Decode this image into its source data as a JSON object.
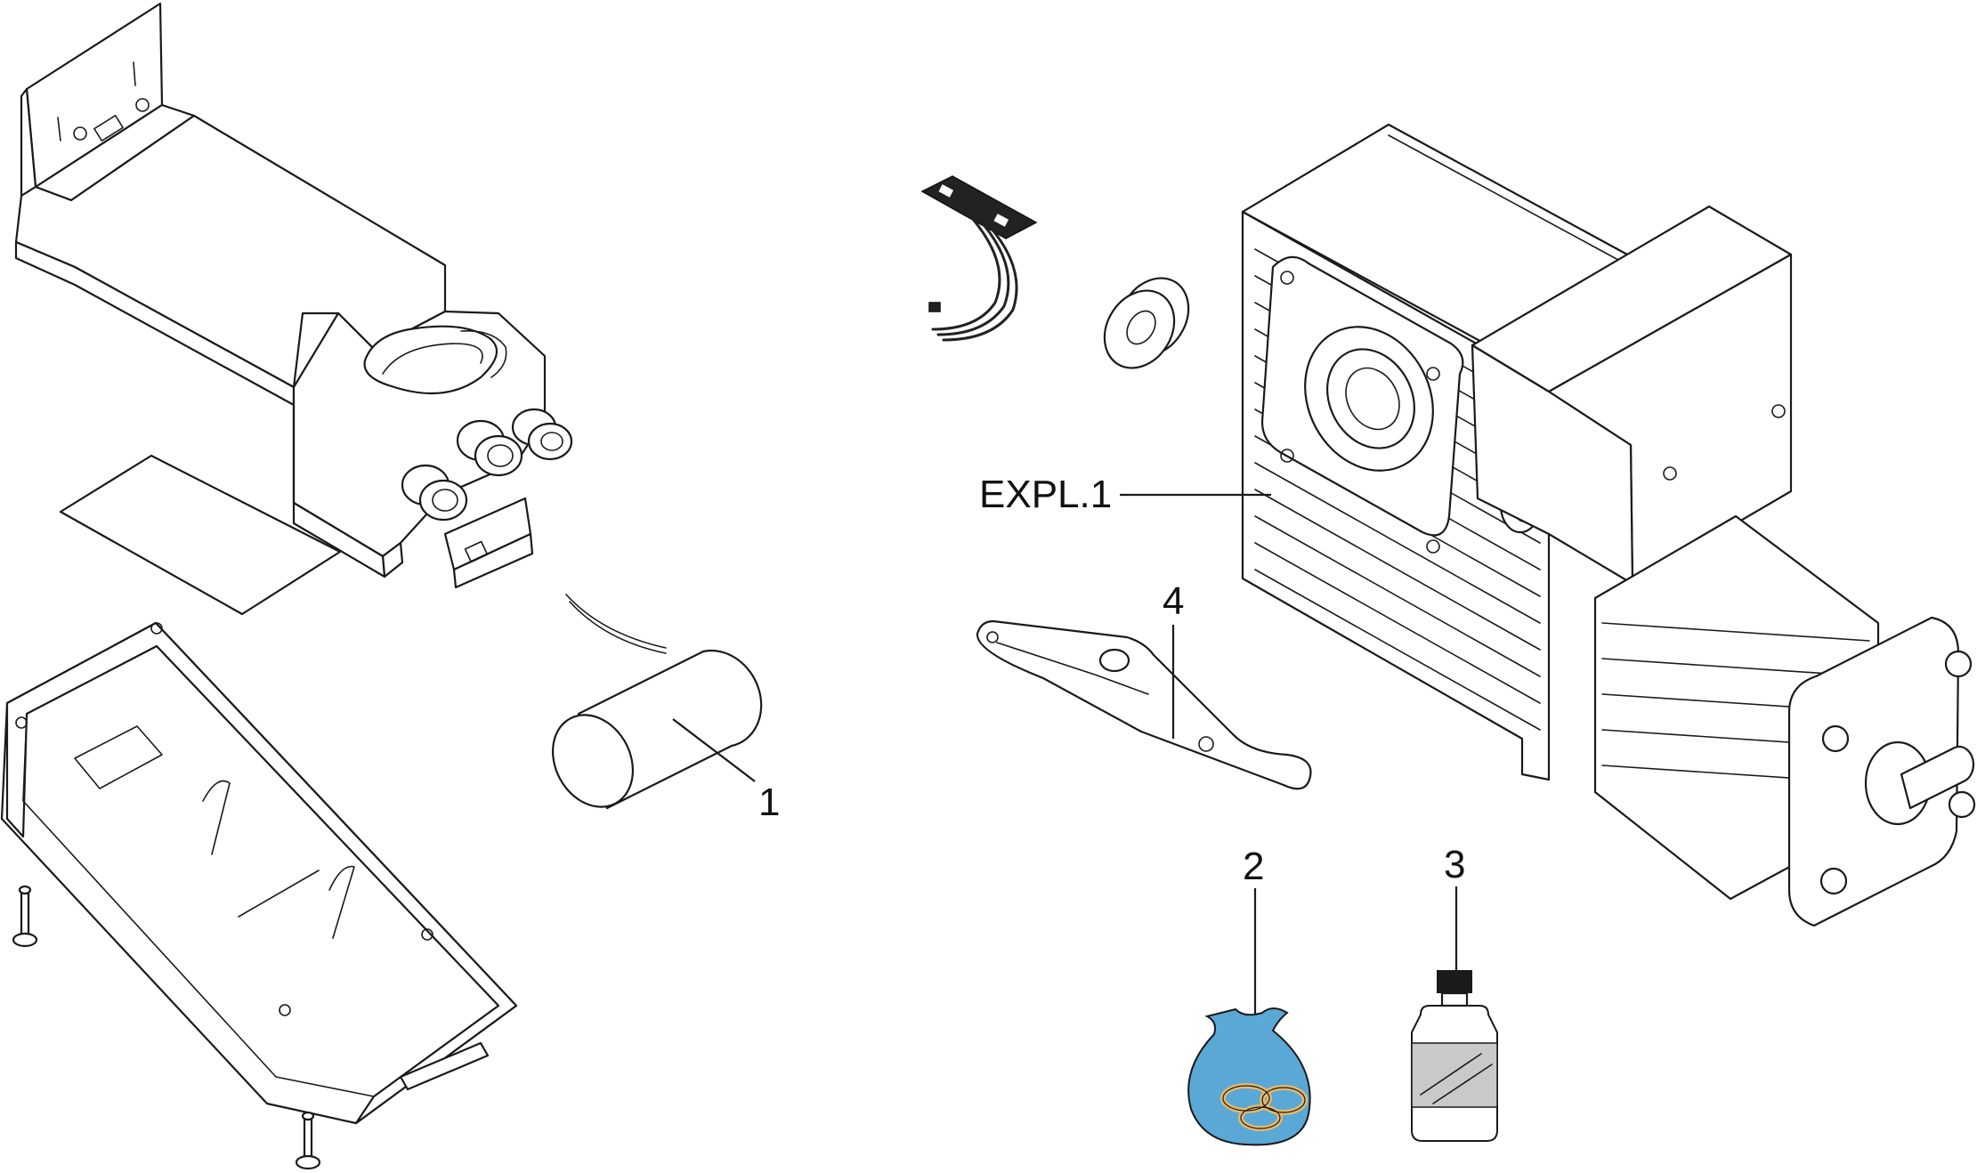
{
  "callouts": {
    "c1": "1",
    "c2": "2",
    "c3": "3",
    "c4": "4",
    "expl": "EXPL.1"
  },
  "colors": {
    "line": "#1a1a1a",
    "bag": "#5aa8d6",
    "bag_ring": "#e8b86a",
    "bottle_cap": "#1a1a1a",
    "label": "#c9c9c9"
  }
}
